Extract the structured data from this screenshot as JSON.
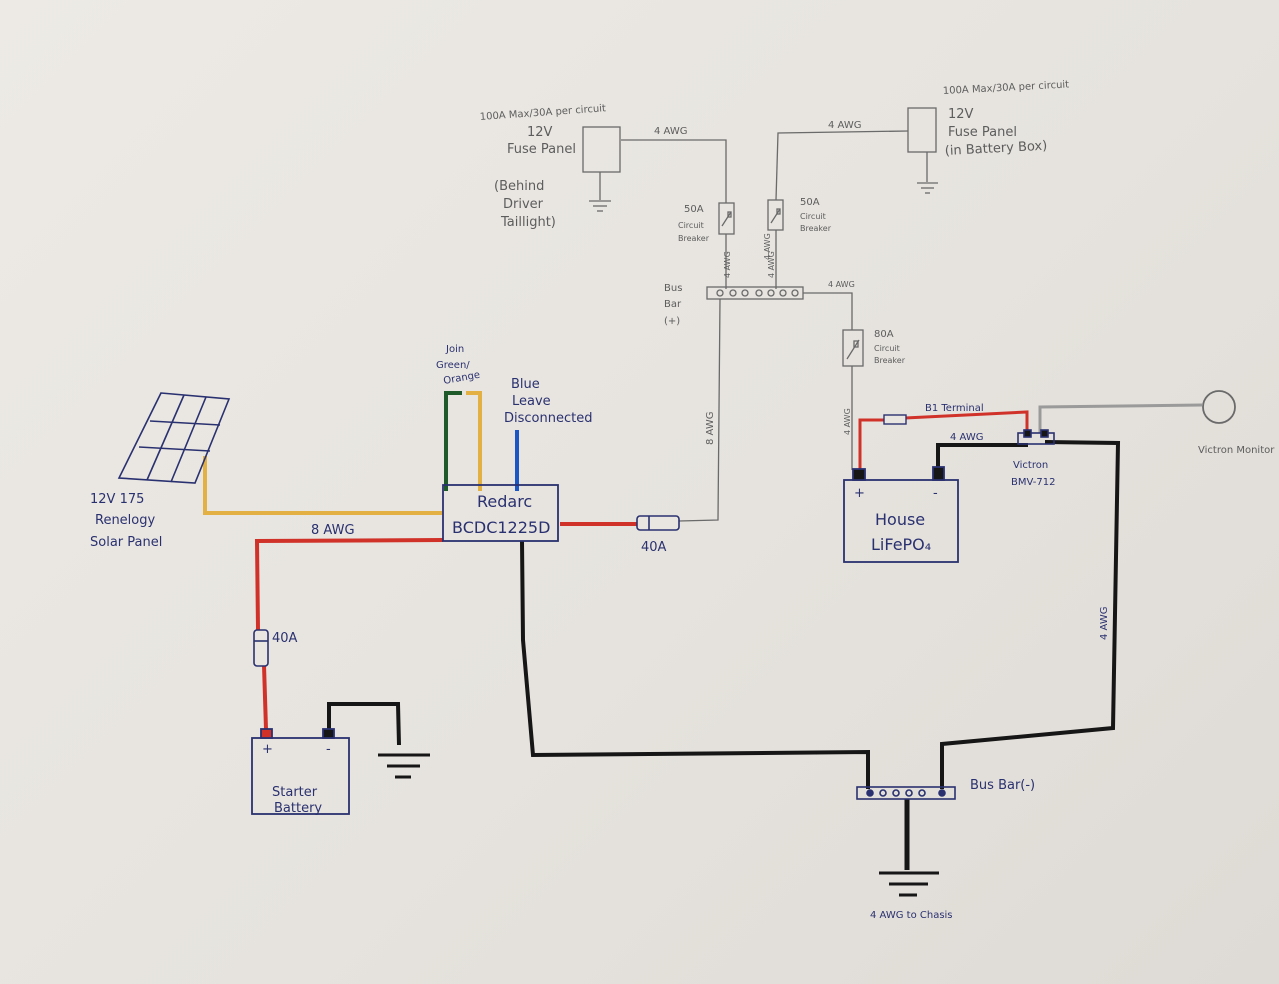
{
  "colors": {
    "paper": "#e9e6e1",
    "pencil": "#6a6a6a",
    "ink_blue": "#2a3170",
    "wire_red": "#d0322a",
    "wire_black": "#161616",
    "wire_yellow": "#e3b043",
    "wire_green": "#1f5a2a",
    "wire_blue": "#1b57c4",
    "wire_gray": "#9a9a9a"
  },
  "diagram": {
    "fuse_left": {
      "rating": "100A Max/30A per circuit",
      "voltage": "12V",
      "name": "Fuse Panel",
      "location": [
        "(Behind",
        "Driver",
        "Taillight)"
      ]
    },
    "fuse_right": {
      "rating": "100A Max/30A per circuit",
      "voltage": "12V",
      "name": "Fuse Panel",
      "location": "(in Battery Box)"
    },
    "gauge_4awg": "4 AWG",
    "gauge_8awg": "8 AWG",
    "breaker_left": {
      "rating": "50A",
      "line1": "Circuit",
      "line2": "Breaker"
    },
    "breaker_right": {
      "rating": "50A",
      "line1": "Circuit",
      "line2": "Breaker"
    },
    "breaker_80": {
      "rating": "80A",
      "line1": "Circuit",
      "line2": "Breaker"
    },
    "bus_pos": [
      "Bus",
      "Bar",
      "(+)"
    ],
    "bus_neg": "Bus Bar(-)",
    "join_label": [
      "Join",
      "Green/",
      "Orange"
    ],
    "blue_label": [
      "Blue",
      "Leave",
      "Disconnected"
    ],
    "dcdc": {
      "line1": "Redarc",
      "line2": "BCDC1225D"
    },
    "solar": [
      "12V 175",
      "Renelogy",
      "Solar Panel"
    ],
    "fuse_40a": "40A",
    "starter": {
      "line1": "Starter",
      "line2": "Battery",
      "pos": "+",
      "neg": "-"
    },
    "house": {
      "line1": "House",
      "line2": "LiFePO₄",
      "pos": "+",
      "neg": "-"
    },
    "b1_terminal": "B1 Terminal",
    "bmv": {
      "line1": "Victron",
      "line2": "BMV-712"
    },
    "monitor": "Victron Monitor",
    "ground_label": "4 AWG to Chasis"
  }
}
